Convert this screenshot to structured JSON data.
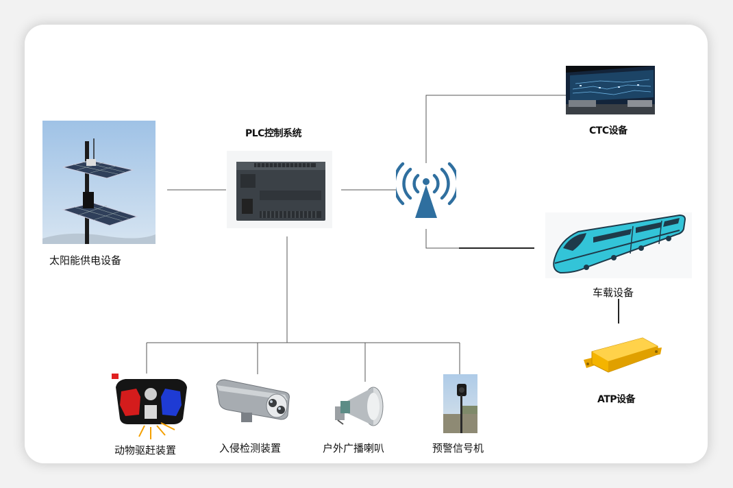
{
  "diagram": {
    "nodes": {
      "solar": {
        "label": "太阳能供电设备",
        "icon": "solar-panel-pole-icon"
      },
      "plc": {
        "label": "PLC控制系统",
        "icon": "plc-controller-icon"
      },
      "wireless": {
        "icon": "wireless-antenna-icon",
        "color": "#2f6f9f"
      },
      "ctc": {
        "label": "CTC设备",
        "icon": "ctc-control-room-icon"
      },
      "train": {
        "label": "车载设备",
        "icon": "train-icon",
        "color": "#33c4d8"
      },
      "atp": {
        "label": "ATP设备",
        "icon": "atp-beacon-icon",
        "color": "#f4b400"
      },
      "animal": {
        "label": "动物驱赶装置",
        "icon": "animal-repeller-icon"
      },
      "intrusion": {
        "label": "入侵检测装置",
        "icon": "security-camera-icon"
      },
      "speaker": {
        "label": "户外广播喇叭",
        "icon": "horn-speaker-icon"
      },
      "signal": {
        "label": "预警信号机",
        "icon": "warning-signal-icon"
      }
    },
    "edges": [
      [
        "solar",
        "plc"
      ],
      [
        "plc",
        "wireless"
      ],
      [
        "wireless",
        "ctc"
      ],
      [
        "wireless",
        "train"
      ],
      [
        "train",
        "atp"
      ],
      [
        "plc",
        "animal"
      ],
      [
        "plc",
        "intrusion"
      ],
      [
        "plc",
        "speaker"
      ],
      [
        "plc",
        "signal"
      ]
    ]
  }
}
